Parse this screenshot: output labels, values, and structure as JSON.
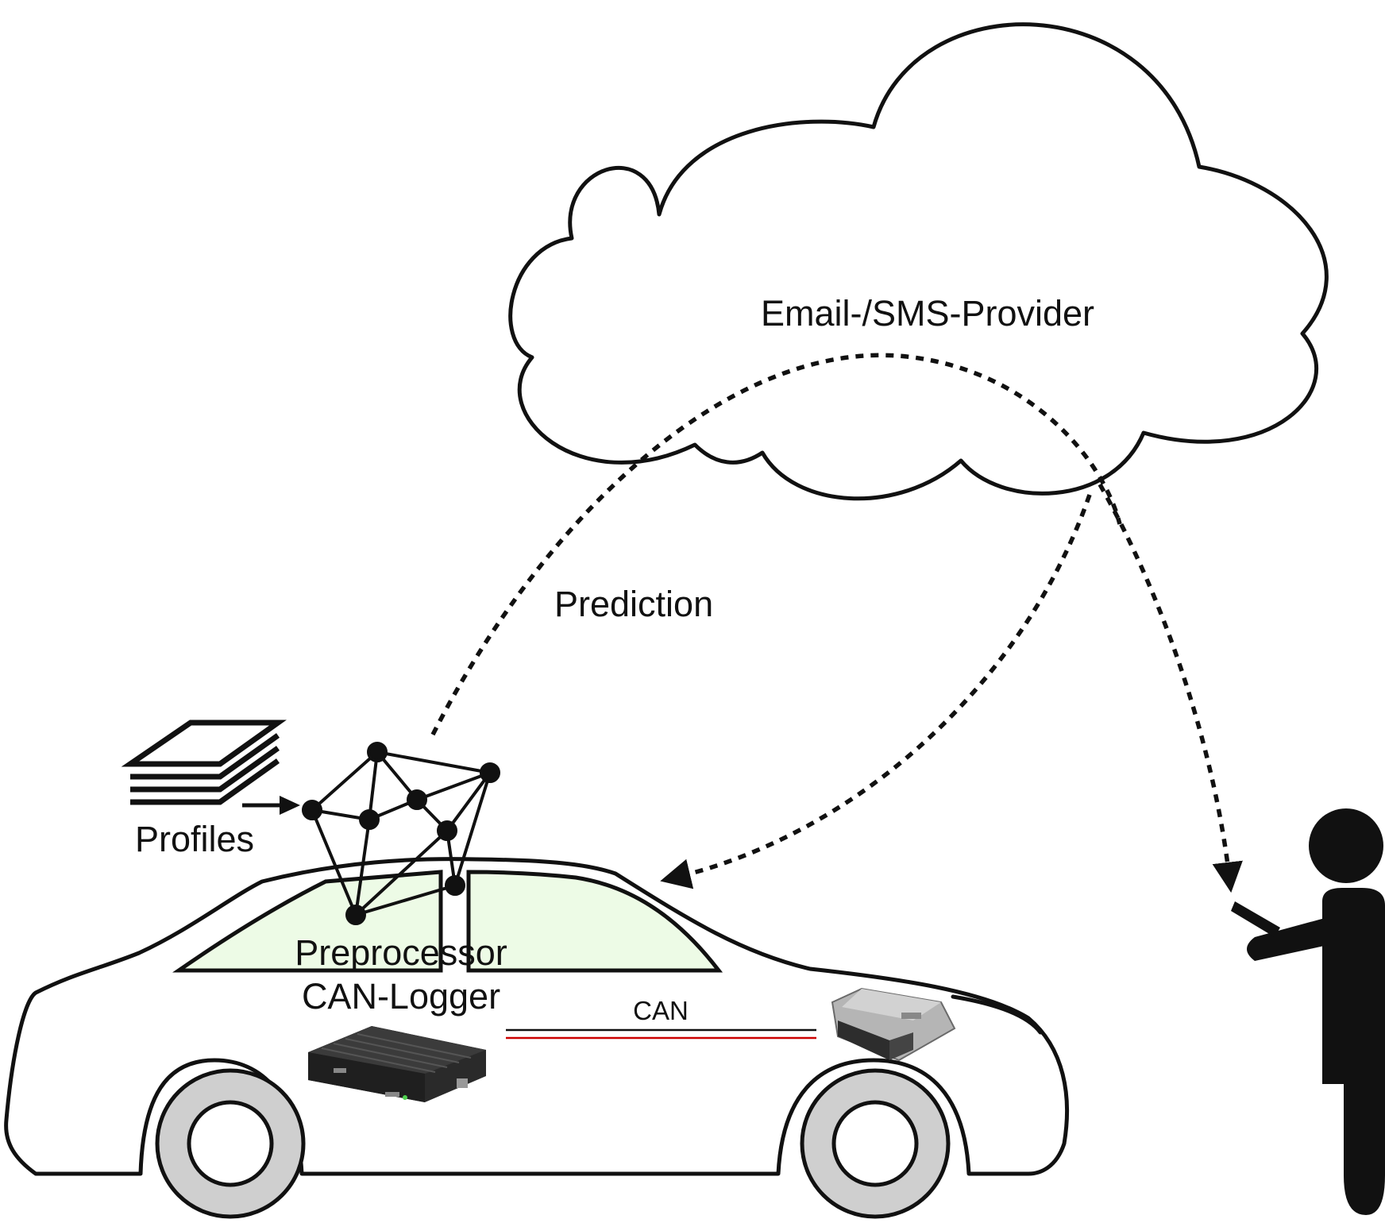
{
  "labels": {
    "cloud": "Email-/SMS-Provider",
    "prediction": "Prediction",
    "profiles": "Profiles",
    "preprocessor": "Preprocessor",
    "can_logger": "CAN-Logger",
    "can_bus": "CAN"
  },
  "colors": {
    "stroke": "#111111",
    "window_fill": "#edfbe6",
    "wheel_fill": "#cfcfcf",
    "can_wire_red": "#cc0000",
    "device_dark": "#2a2a2a",
    "ecu_gray": "#a9a9a9"
  },
  "icons": [
    "cloud-icon",
    "neural-network-icon",
    "profiles-stack-icon",
    "car-icon",
    "can-logger-device-icon",
    "ecu-icon",
    "person-with-phone-icon"
  ]
}
